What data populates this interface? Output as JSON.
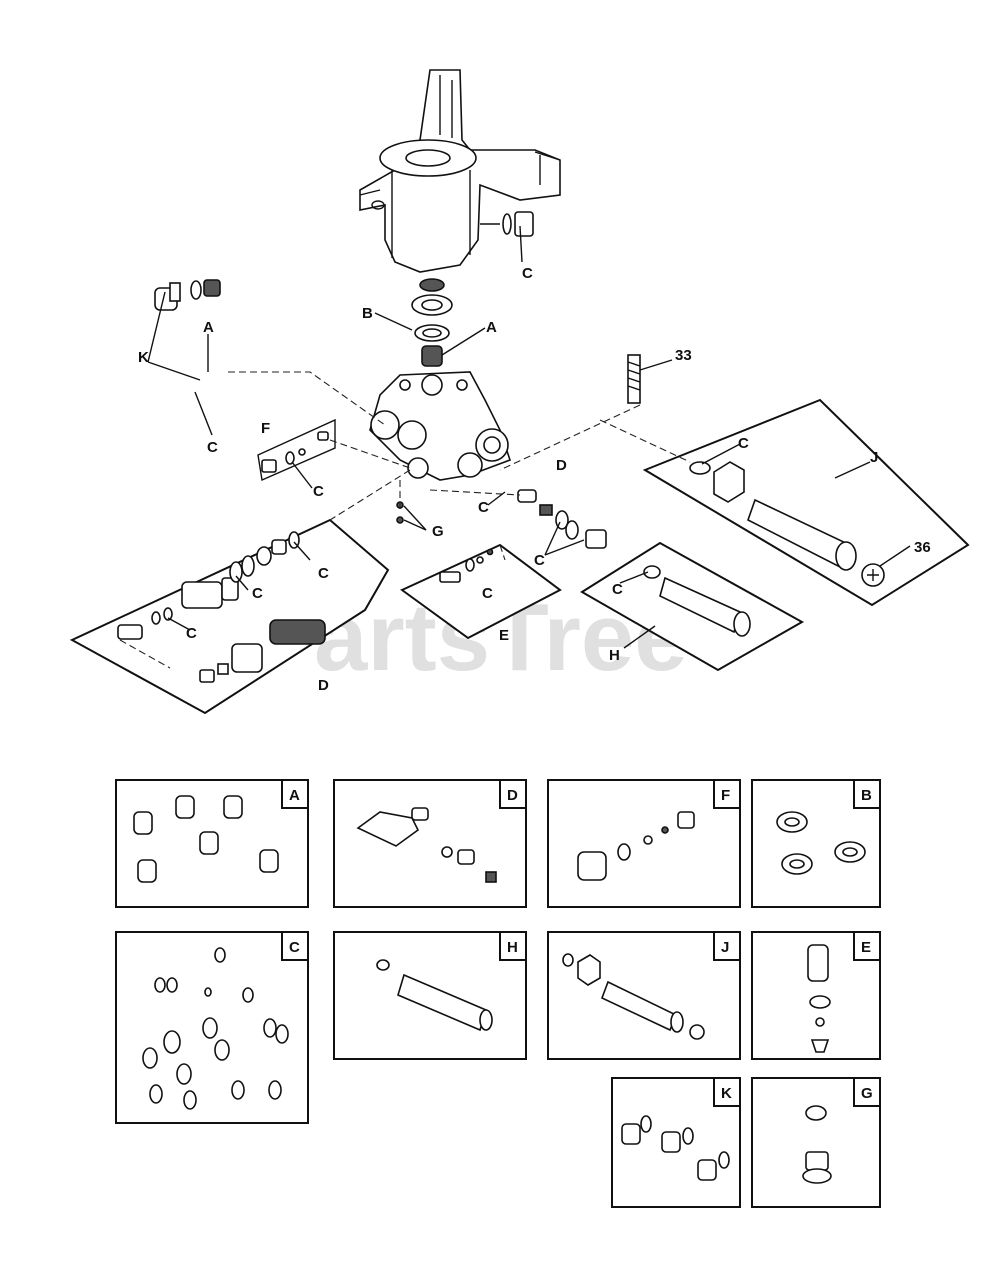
{
  "watermark": "PartsTree",
  "callouts": {
    "c_top": "C",
    "b": "B",
    "a_mid": "A",
    "a_left": "A",
    "k": "K",
    "c_left": "C",
    "f": "F",
    "c_f": "C",
    "n33": "33",
    "c_j": "C",
    "j": "J",
    "d_mid": "D",
    "c_d": "C",
    "g": "G",
    "c_pair": "C",
    "c_e": "C",
    "e": "E",
    "c_h": "C",
    "h": "H",
    "n36": "36",
    "c_low1": "C",
    "c_low2": "C",
    "c_low3": "C",
    "d_low": "D"
  },
  "kits": {
    "a": "A",
    "d": "D",
    "f": "F",
    "b": "B",
    "c": "C",
    "h": "H",
    "j": "J",
    "e": "E",
    "k": "K",
    "g": "G"
  }
}
